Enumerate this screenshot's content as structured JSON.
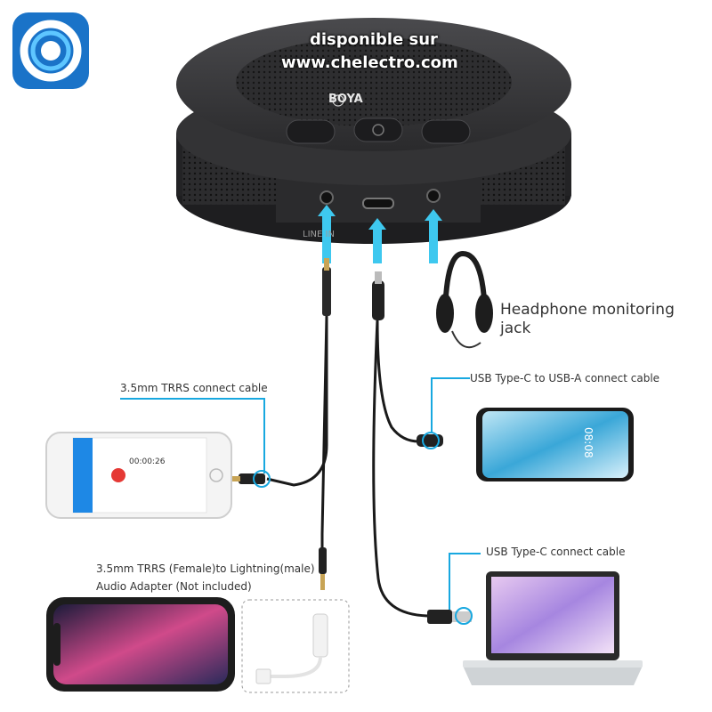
{
  "watermark": {
    "line1": "disponible sur",
    "line2": "www.chelectro.com"
  },
  "device": {
    "brand": "BOYA",
    "port_label_line_in": "LINE IN"
  },
  "callouts": {
    "headphone": "Headphone monitoring\njack",
    "trrs_cable": "3.5mm TRRS connect cable",
    "usbc_to_usba": "USB Type-C to USB-A connect cable",
    "lightning_adapter_line1": "3.5mm TRRS (Female)to Lightning(male)",
    "lightning_adapter_line2": "Audio Adapter (Not included)",
    "usbc_cable": "USB Type-C connect cable"
  },
  "phone_screen": {
    "timer": "00:00:26"
  },
  "tablet_screen": {
    "time": "08:08"
  },
  "colors": {
    "accent": "#18a8e0",
    "arrow": "#3ec8ef",
    "device": "#2a2a2c",
    "logo_blue": "#1a73c8"
  }
}
